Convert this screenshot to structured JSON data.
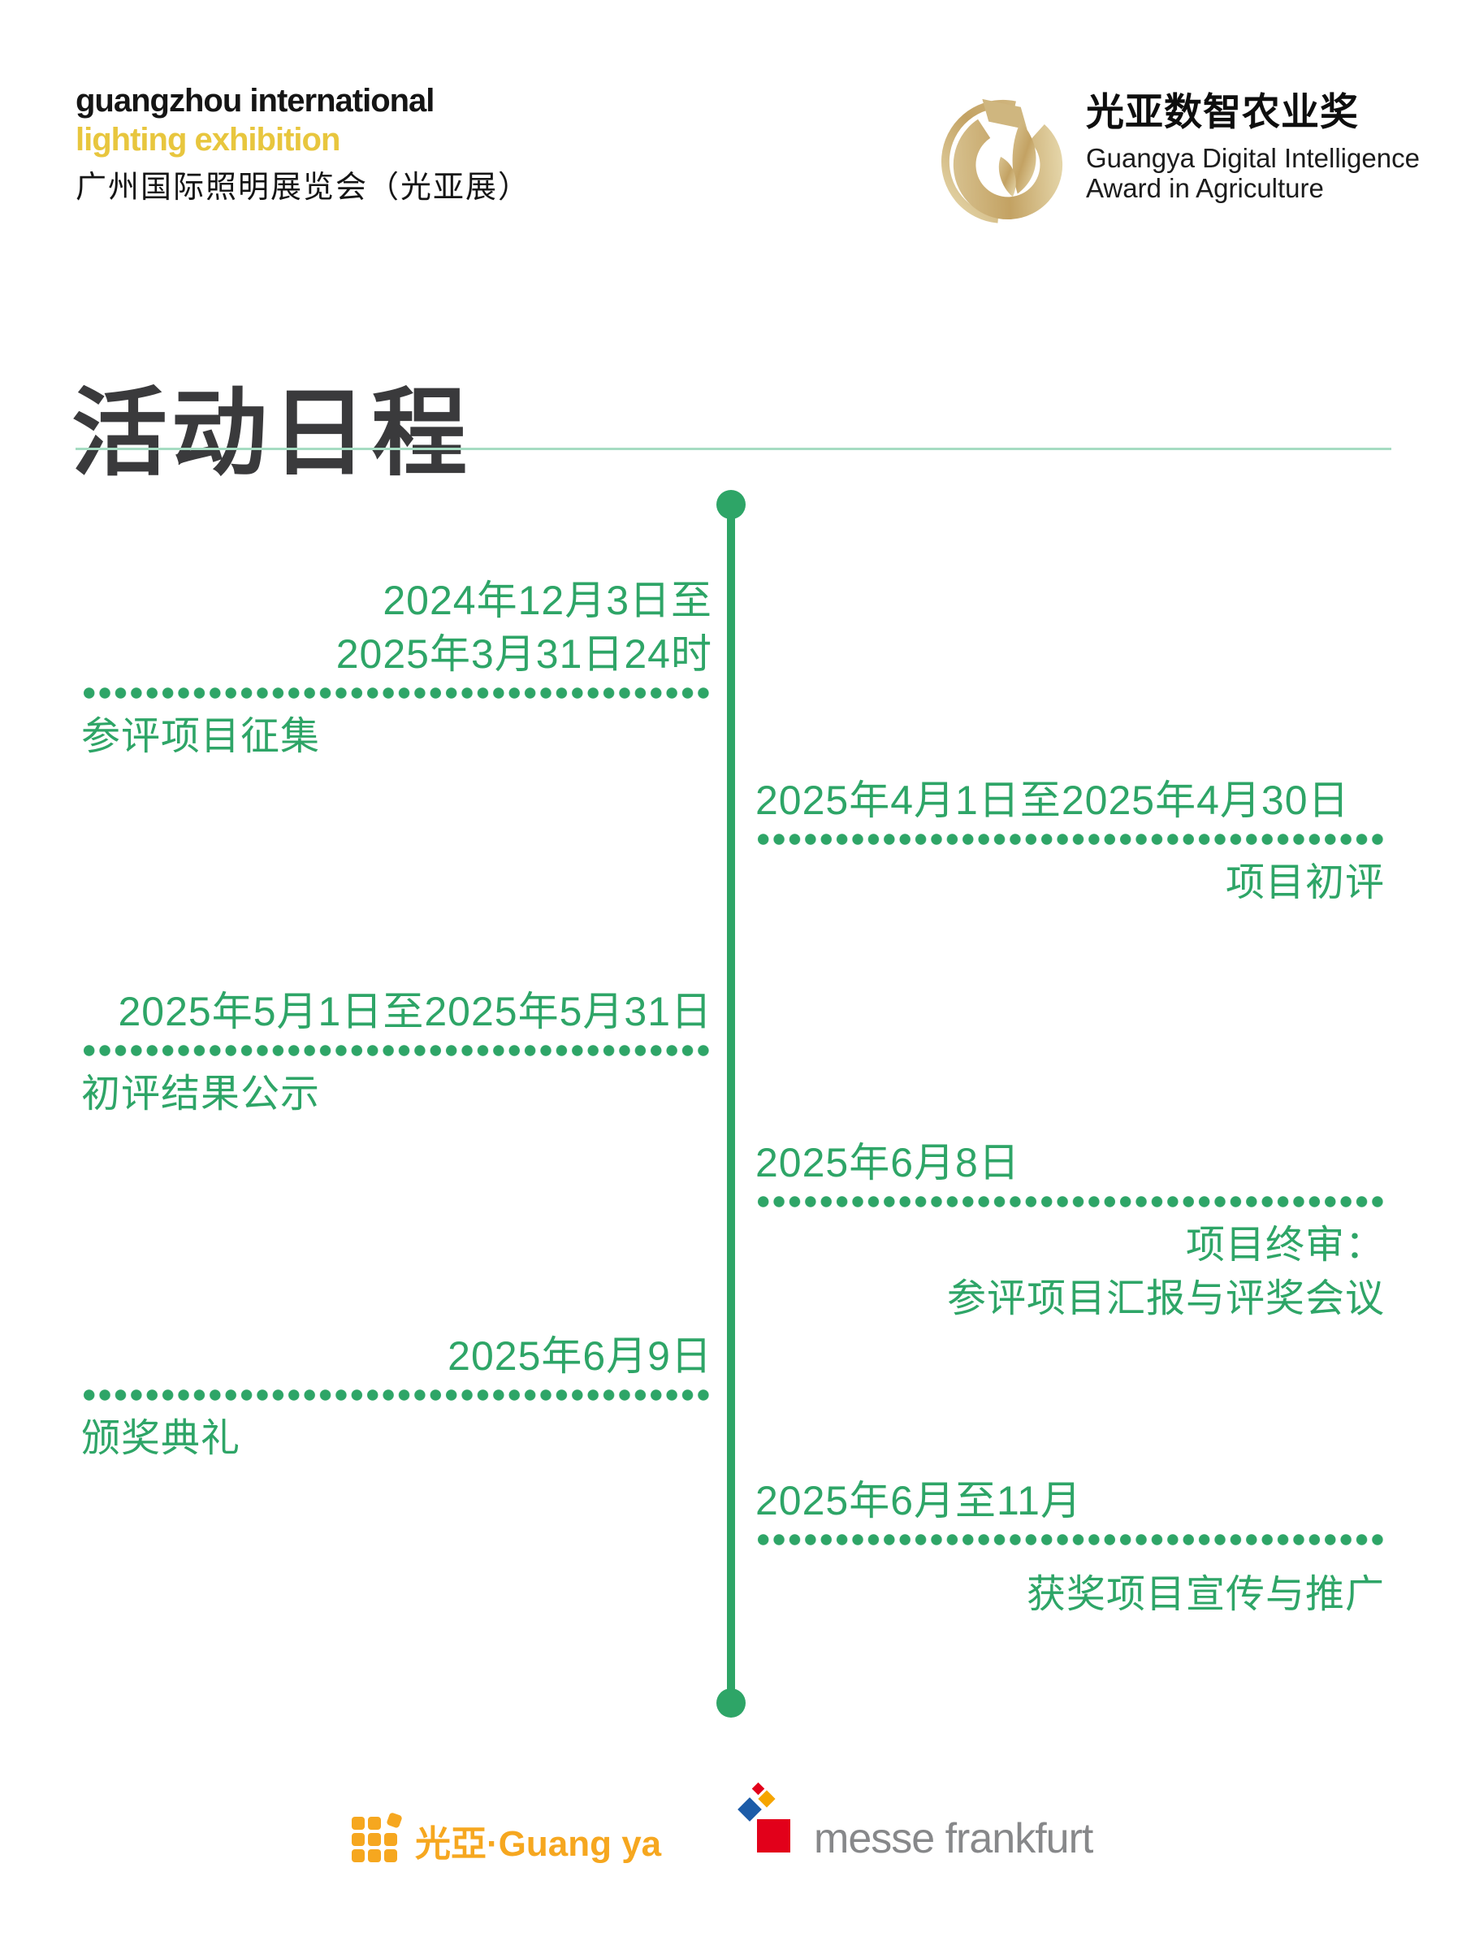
{
  "header": {
    "exhibition_logo": {
      "line1": "guangzhou international",
      "line2": "lighting exhibition",
      "line3": "广州国际照明展览会（光亚展）"
    },
    "award_logo": {
      "title": "光亚数智农业奖",
      "subtitle_line1": "Guangya Digital Intelligence",
      "subtitle_line2": "Award in Agriculture"
    }
  },
  "page_title": "活动日程",
  "timeline": {
    "entries": [
      {
        "side": "left",
        "date_lines": [
          "2024年12月3日至",
          "2025年3月31日24时"
        ],
        "label_lines": [
          "参评项目征集"
        ]
      },
      {
        "side": "right",
        "date_lines": [
          "2025年4月1日至2025年4月30日"
        ],
        "label_lines": [
          "项目初评"
        ]
      },
      {
        "side": "left",
        "date_lines": [
          "2025年5月1日至2025年5月31日"
        ],
        "label_lines": [
          "初评结果公示"
        ]
      },
      {
        "side": "right",
        "date_lines": [
          "2025年6月8日"
        ],
        "label_lines": [
          "项目终审：",
          "参评项目汇报与评奖会议"
        ]
      },
      {
        "side": "left",
        "date_lines": [
          "2025年6月9日"
        ],
        "label_lines": [
          "颁奖典礼"
        ]
      },
      {
        "side": "right",
        "date_lines": [
          "2025年6月至11月"
        ],
        "label_lines": [
          "获奖项目宣传与推广"
        ]
      }
    ]
  },
  "footer": {
    "guangya_logo_text": "光亞·Guang ya",
    "messe_logo_text": "messe frankfurt"
  },
  "colors": {
    "timeline_green": "#2ea567",
    "divider_green": "#a6dcc2",
    "exhibition_yellow": "#e8c63e",
    "guangya_orange": "#f6a71f",
    "messe_red": "#e2001a",
    "messe_blue": "#1d5ca8",
    "messe_yellow": "#f6a500",
    "messe_gray": "#87888a",
    "award_gold": "#c7a868"
  }
}
